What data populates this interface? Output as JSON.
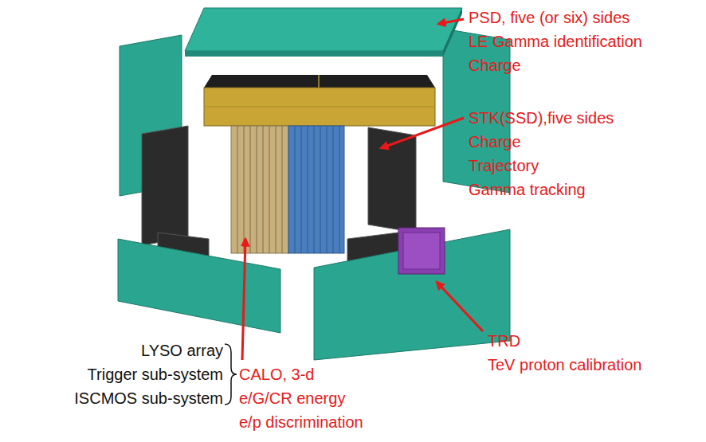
{
  "diagram": {
    "labels": [
      "PSD, five (or six) sides",
      "LE Gamma identification",
      "Charge",
      "STK(SSD),five sides",
      "Charge",
      "Trajectory",
      "Gamma tracking",
      "TRD",
      "TeV proton calibration",
      "LYSO array",
      "Trigger sub-system",
      "ISCMOS sub-system",
      "CALO, 3-d",
      "e/G/CR energy",
      "e/p discrimination"
    ]
  }
}
